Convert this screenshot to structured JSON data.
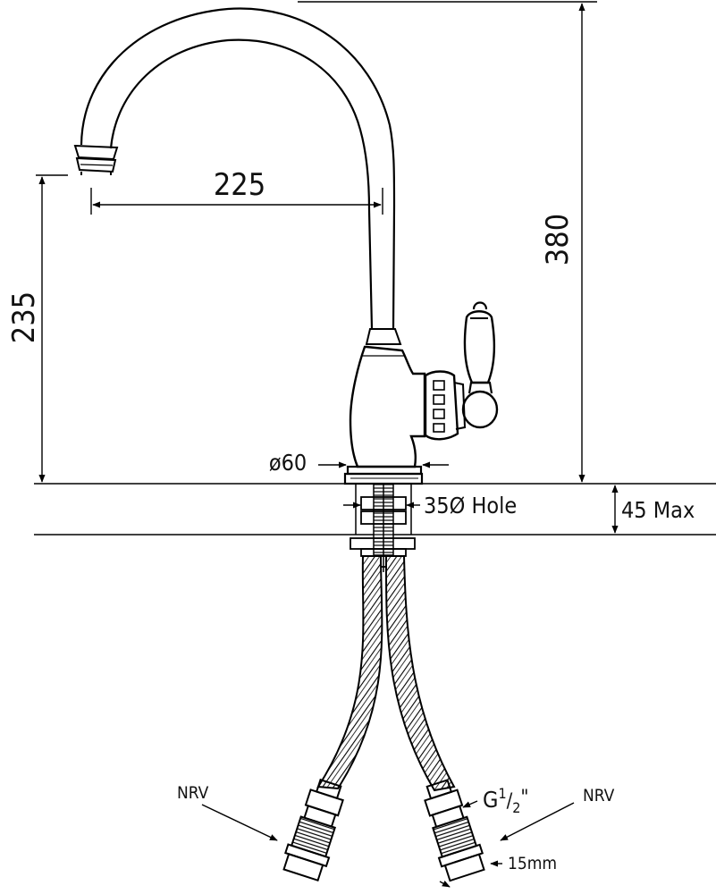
{
  "dimensions": {
    "spout_reach": "225",
    "overall_height": "380",
    "spout_height": "235",
    "base_diameter": "ø60",
    "hole_size": "35Ø Hole",
    "max_thickness": "45 Max"
  },
  "labels": {
    "nrv_left": "NRV",
    "nrv_right": "NRV",
    "thread_main": "G",
    "thread_sup": "1",
    "thread_sub": "2",
    "thread_suffix": "\"",
    "pipe_size": "15mm"
  }
}
